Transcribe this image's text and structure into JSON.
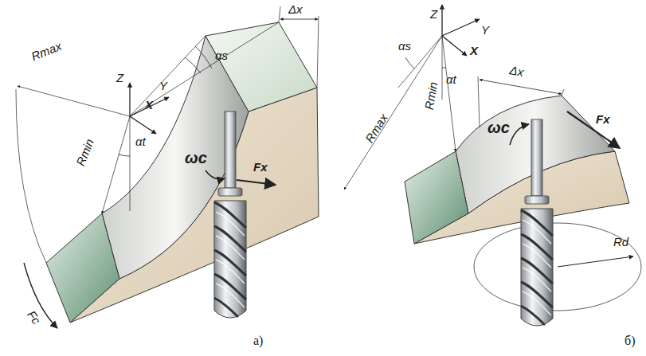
{
  "diagram": {
    "labels": [
      "Z",
      "Y",
      "X",
      "αs",
      "Δx",
      "Rmax",
      "Rmin",
      "αt",
      "ωc",
      "Fx",
      "Fc",
      "а)",
      "Z",
      "Y",
      "X",
      "αs",
      "αt",
      "Rmax",
      "Rmin",
      "Δx",
      "ωc",
      "Fx",
      "Rd",
      "б)"
    ]
  }
}
